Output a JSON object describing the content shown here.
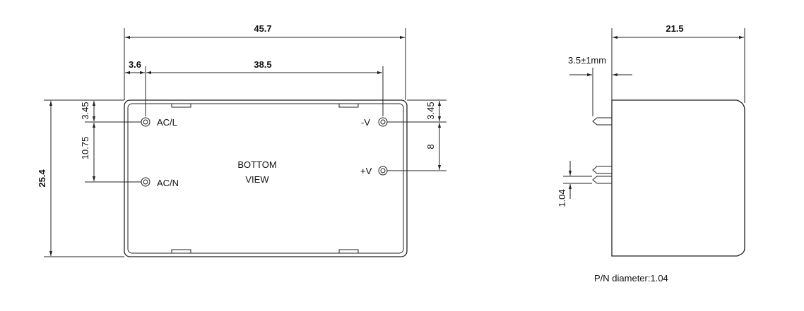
{
  "bottom_view": {
    "dim_total_width": "45.7",
    "dim_edge_to_pin": "3.6",
    "dim_pin_span": "38.5",
    "dim_total_height": "25.4",
    "dim_left_top": "3.45",
    "dim_left_pin_gap": "10.75",
    "dim_right_top": "3.45",
    "dim_right_pin_gap": "8",
    "pin_ac_l": "AC/L",
    "pin_ac_n": "AC/N",
    "pin_neg_v": "-V",
    "pin_pos_v": "+V",
    "view_line1": "BOTTOM",
    "view_line2": "VIEW"
  },
  "side_view": {
    "dim_depth": "21.5",
    "dim_pin_length": "3.5±1mm",
    "dim_pin_diameter": "1.04"
  },
  "footnote": "P/N diameter:1.04"
}
